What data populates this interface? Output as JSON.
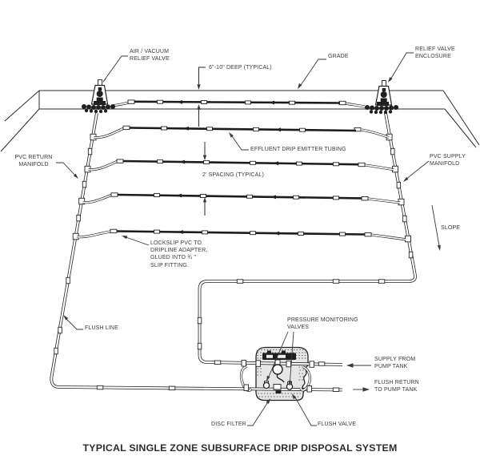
{
  "title": "TYPICAL SINGLE ZONE SUBSURFACE DRIP DISPOSAL SYSTEM",
  "labels": {
    "air_vacuum_relief_valve": "AIR / VACUUM\nRELIEF VALVE",
    "depth_dimension": "6\"-10\" DEEP (TYPICAL)",
    "grade": "GRADE",
    "relief_valve_enclosure": "RELIEF VALVE\nENCLOSURE",
    "pvc_return_manifold": "PVC RETURN\nMANIFOLD",
    "effluent_drip_emitter_tubing": "EFFLUENT DRIP EMITTER TUBING",
    "spacing_dimension": "2' SPACING (TYPICAL)",
    "pvc_supply_manifold": "PVC SUPPLY\nMANIFOLD",
    "slope": "SLOPE",
    "lockslip_note": "LOCKSLIP PVC TO\nDRIPLINE ADAPTER,\nGLUED INTO ¾ \"\nSLIP FITTING.",
    "flush_line": "FLUSH LINE",
    "pressure_monitoring_valves": "PRESSURE MONITORING\nVALVES",
    "supply_from_pump_tank": "SUPPLY FROM\nPUMP TANK",
    "flush_return_to_pump_tank": "FLUSH RETURN\nTO PUMP TANK",
    "disc_filter": "DISC FILTER",
    "flush_valve": "FLUSH VALVE"
  },
  "colors": {
    "line": "#2b2b2b",
    "text": "#3a3a3a",
    "background": "#ffffff"
  }
}
